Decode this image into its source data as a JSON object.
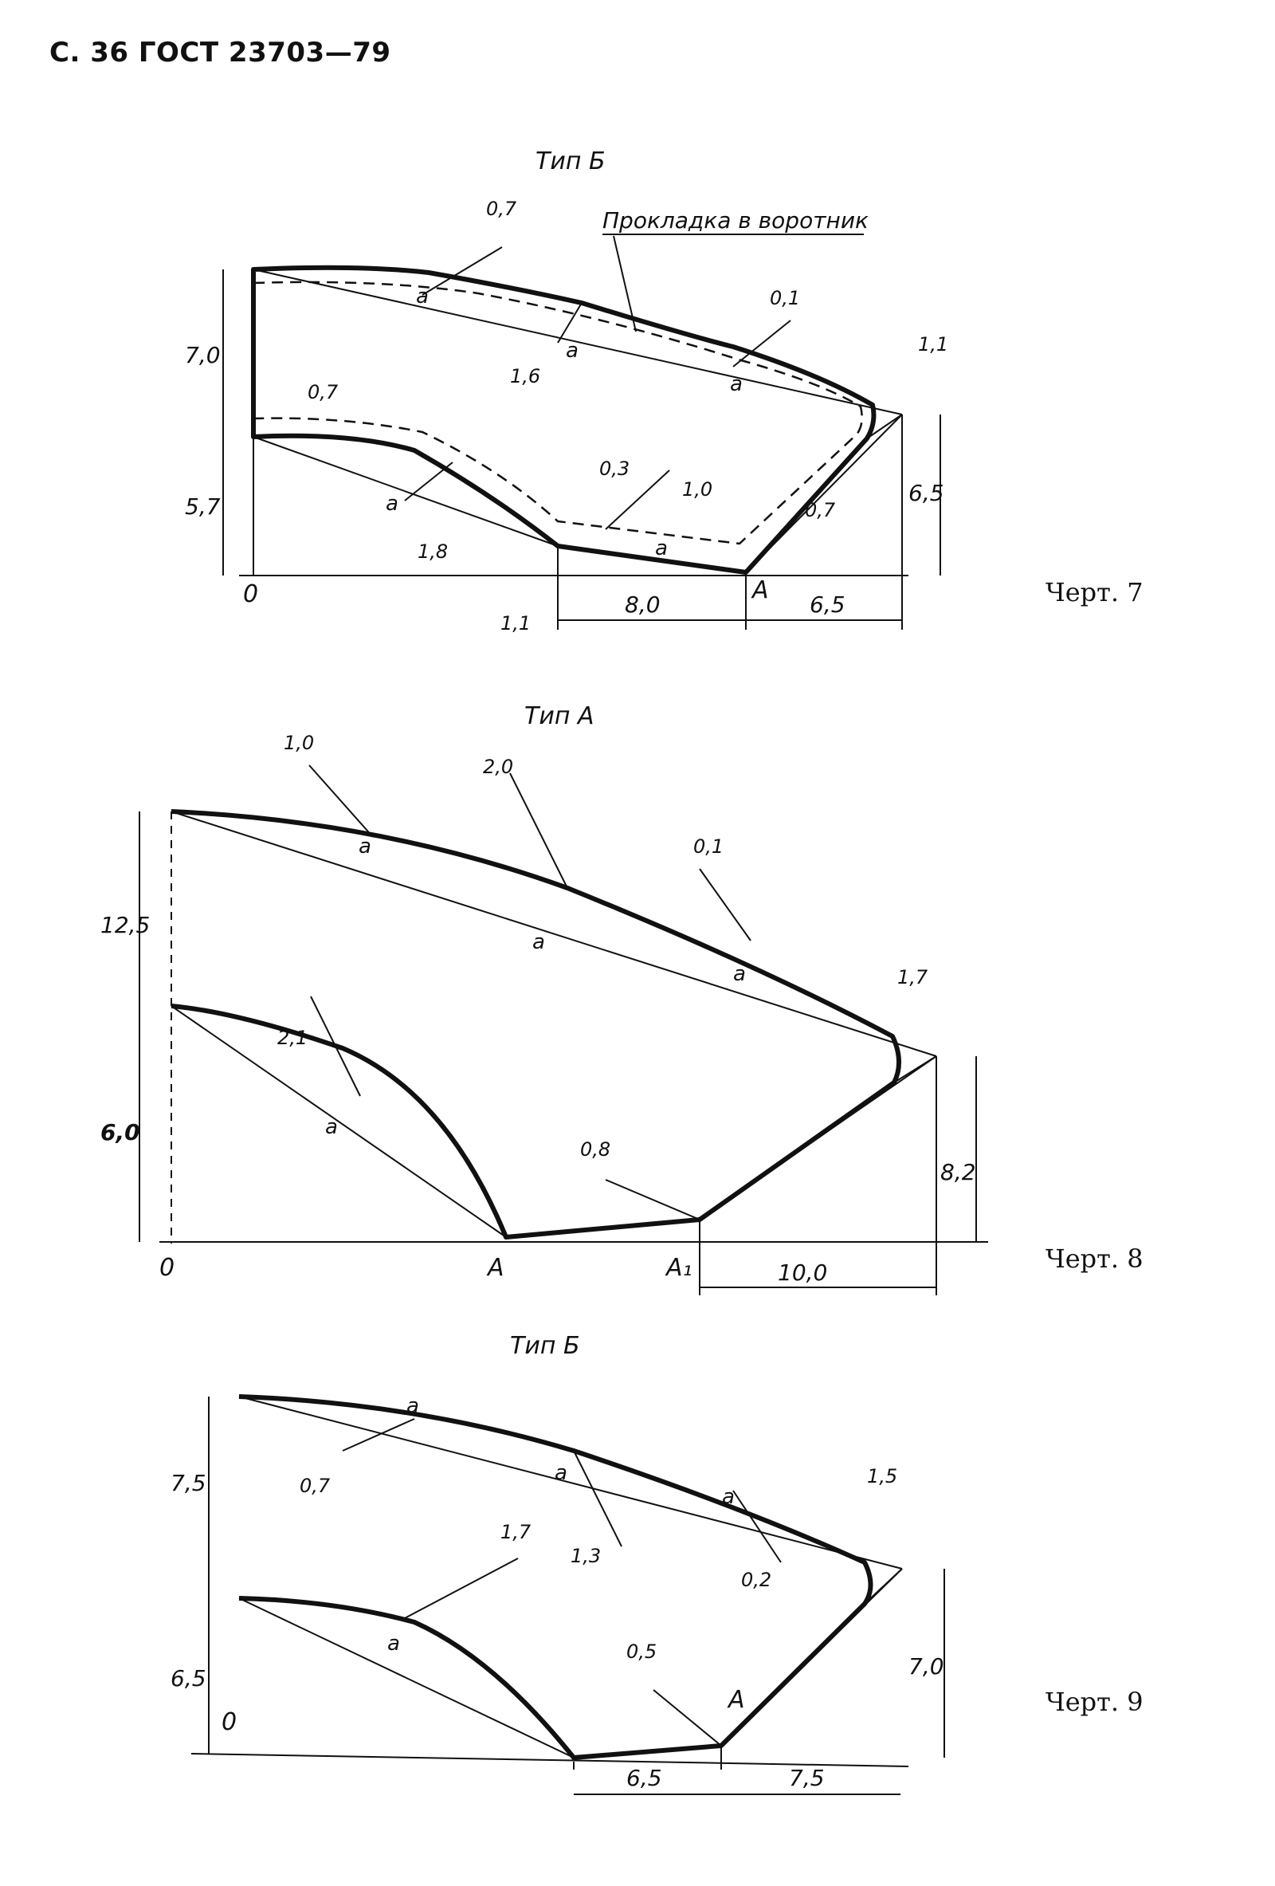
{
  "header": "С. 36 ГОСТ 23703—79",
  "figures": [
    {
      "type_label": "Тип Б",
      "caption": "Черт. 7",
      "note": "Прокладка в воротник",
      "dims": {
        "left_top": "7,0",
        "left_bottom": "5,7",
        "right": "6,5",
        "bottom_mid": "8,0",
        "bottom_right": "6,5",
        "d_top1": "0,7",
        "d_top2": "1,6",
        "d_top3": "0,1",
        "d_corner": "1,1",
        "d_low1": "0,7",
        "d_low2": "1,8",
        "d_low3": "0,3",
        "d_low4": "1,0",
        "d_low5": "1,1",
        "d_low6": "0,7"
      },
      "points": {
        "origin": "0",
        "a": "А",
        "mark": "а"
      }
    },
    {
      "type_label": "Тип А",
      "caption": "Черт. 8",
      "dims": {
        "left_top": "12,5",
        "left_bottom": "6,0",
        "right": "8,2",
        "bottom_right": "10,0",
        "d_top1": "1,0",
        "d_top2": "2,0",
        "d_top3": "0,1",
        "d_corner": "1,7",
        "d_low1": "2,1",
        "d_low2": "0,8"
      },
      "points": {
        "origin": "0",
        "a": "А",
        "a1": "А₁",
        "mark": "а"
      }
    },
    {
      "type_label": "Тип Б",
      "caption": "Черт. 9",
      "dims": {
        "left_top": "7,5",
        "left_bottom": "6,5",
        "right": "7,0",
        "bottom_mid": "6,5",
        "bottom_right": "7,5",
        "d_top1": "0,7",
        "d_top2": "1,3",
        "d_top3": "0,2",
        "d_corner": "1,5",
        "d_low1": "1,7",
        "d_low2": "0,5"
      },
      "points": {
        "origin": "0",
        "a": "А",
        "mark": "а"
      }
    }
  ]
}
